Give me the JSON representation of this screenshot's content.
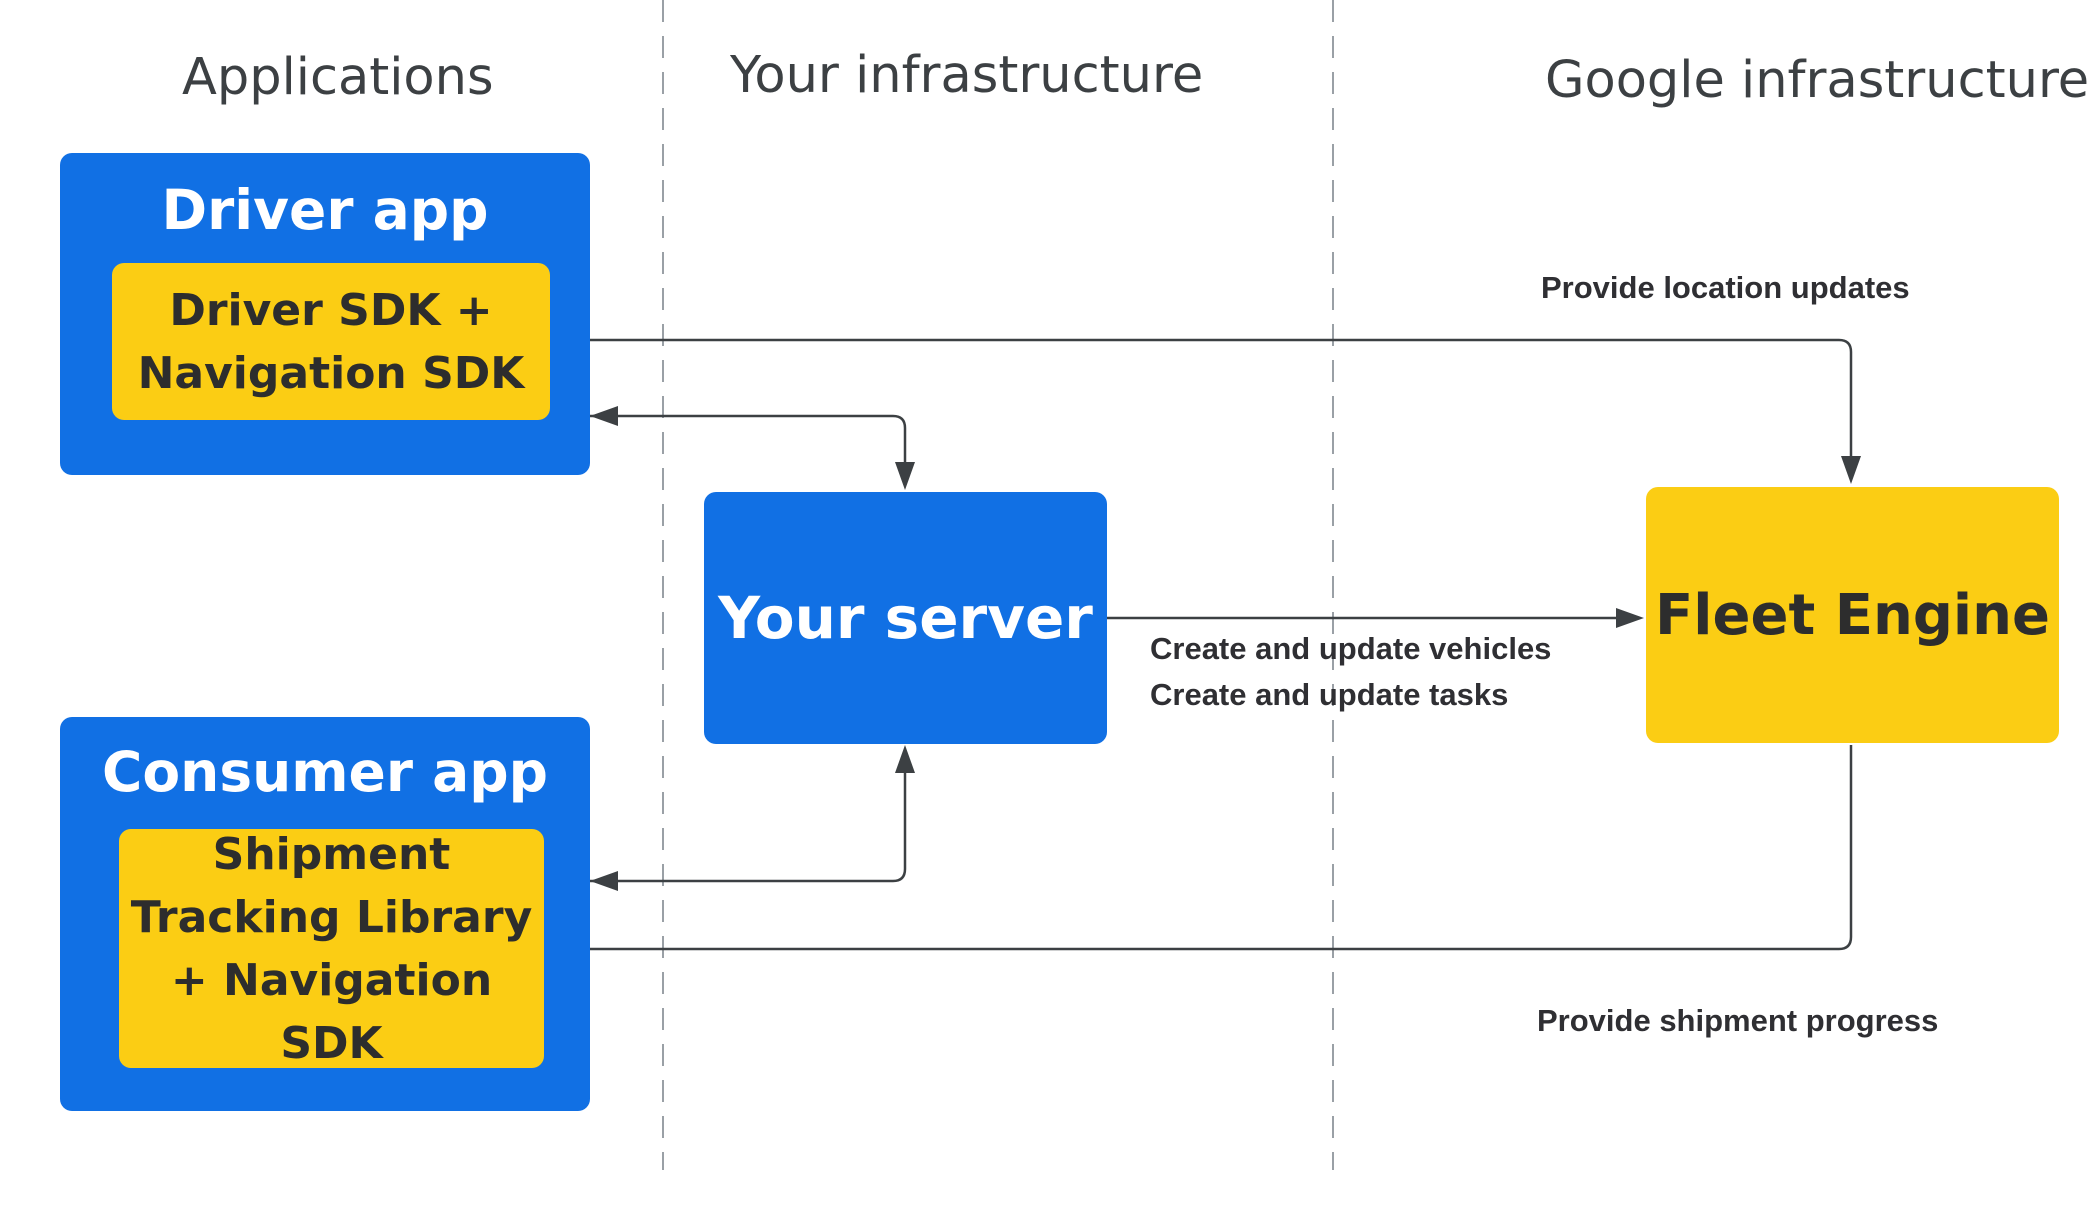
{
  "columns": {
    "applications": "Applications",
    "your_infrastructure": "Your infrastructure",
    "google_infrastructure": "Google infrastructure"
  },
  "driver_app": {
    "title": "Driver app",
    "sdk": "Driver SDK +\nNavigation SDK"
  },
  "consumer_app": {
    "title": "Consumer app",
    "library": "Shipment\nTracking Library\n+ Navigation SDK"
  },
  "your_server": {
    "title": "Your server"
  },
  "fleet_engine": {
    "title": "Fleet Engine"
  },
  "edges": {
    "location_updates": "Provide location updates",
    "create_update": "Create and update vehicles\nCreate and update tasks",
    "shipment_progress": "Provide shipment progress"
  },
  "colors": {
    "blue": "#1170e4",
    "yellow": "#fbcd14",
    "connector": "#3c4043",
    "divider": "#9aa0a6"
  }
}
